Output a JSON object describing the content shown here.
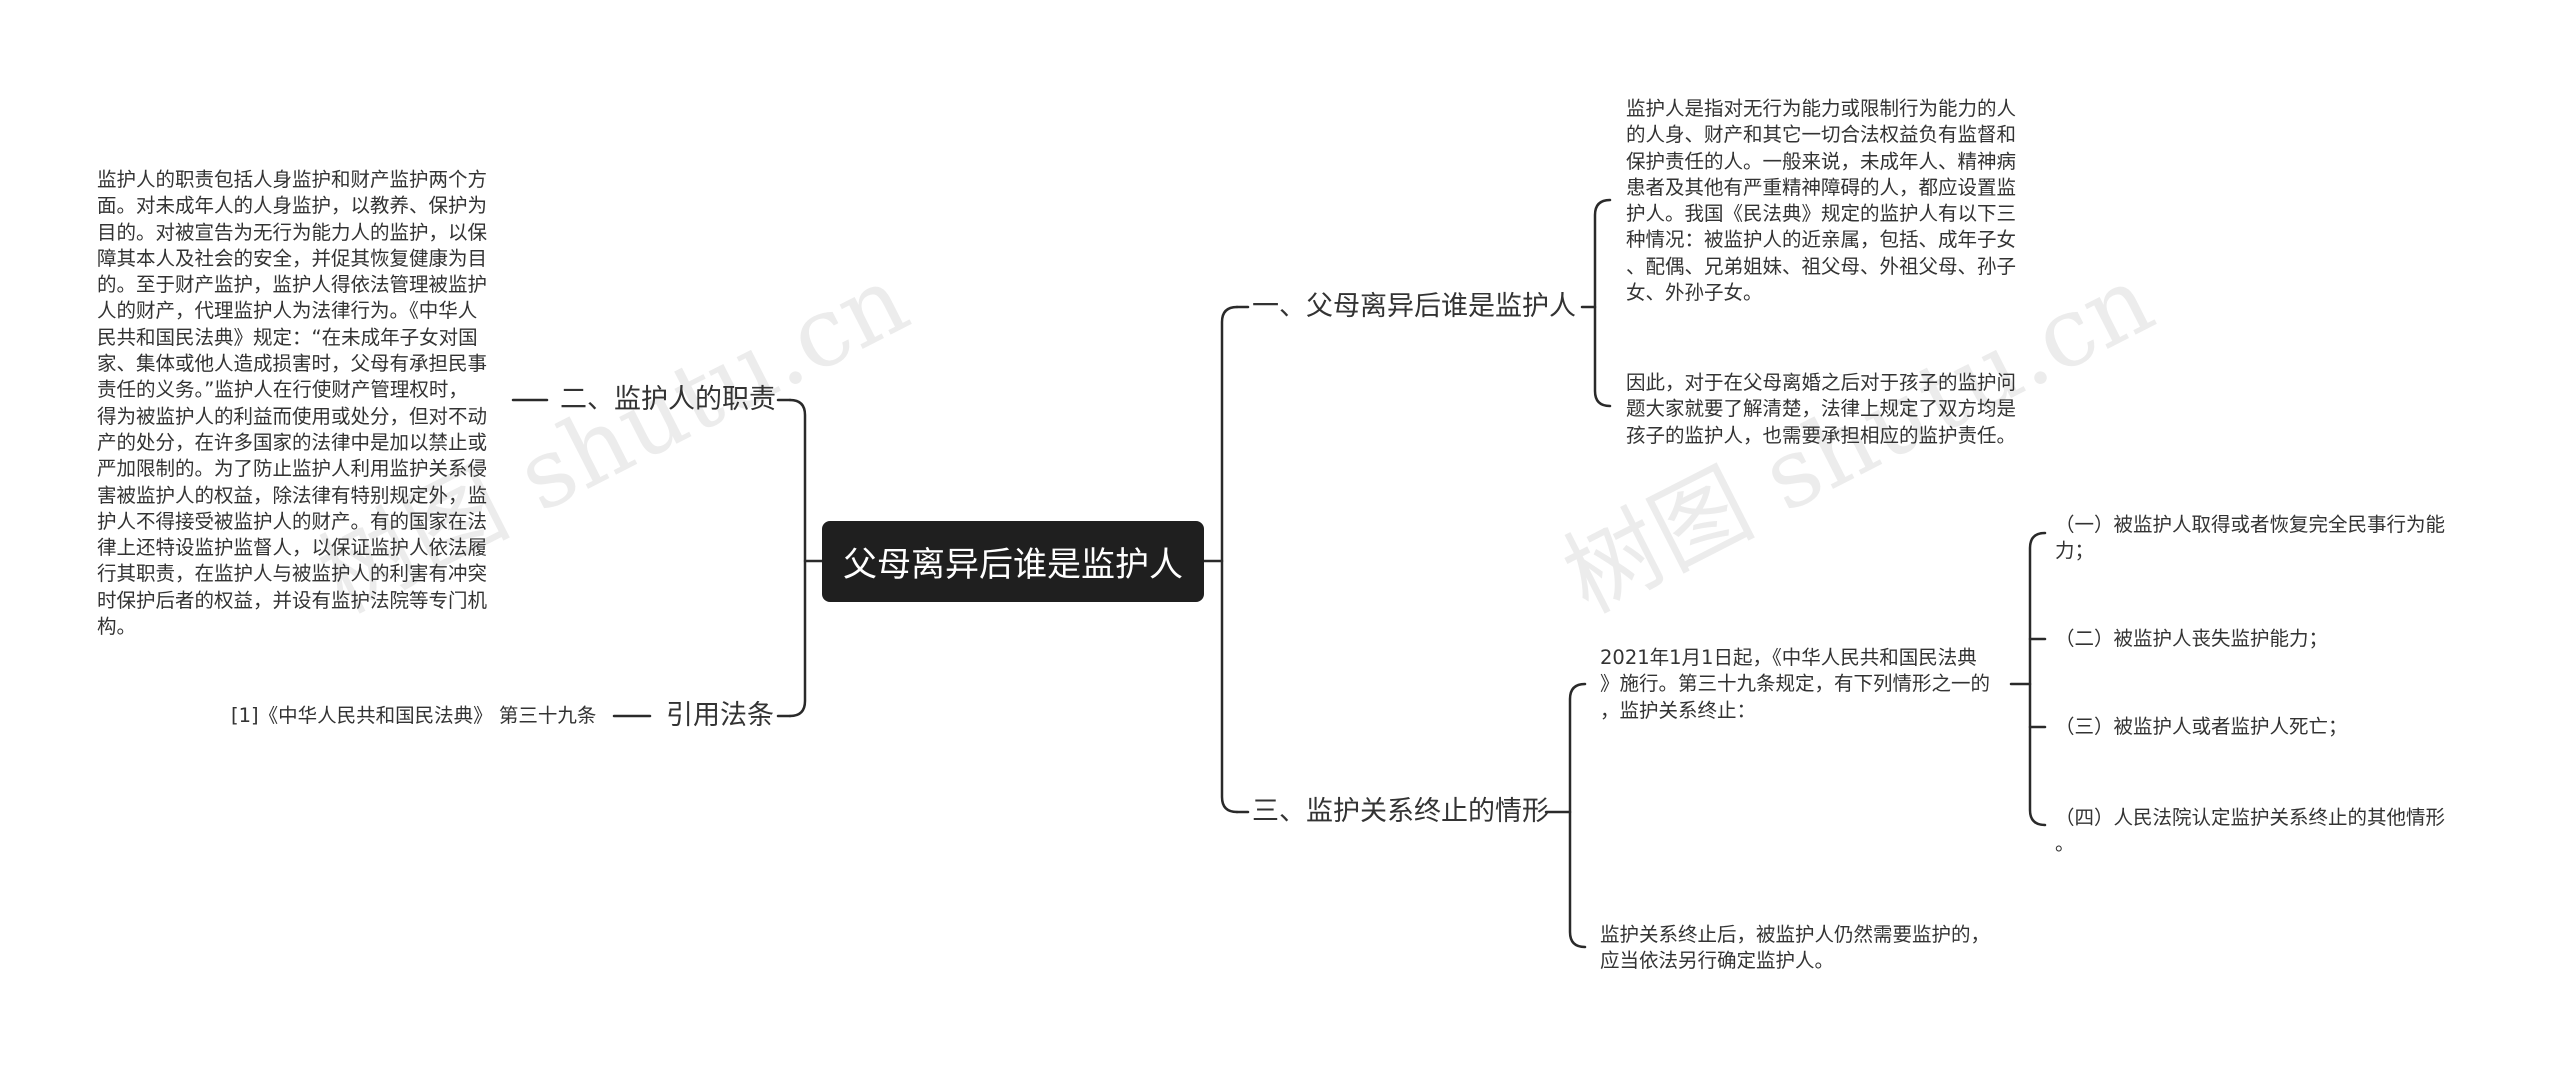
{
  "root": "父母离异后谁是监护人",
  "branches": {
    "b1": "一、父母离异后谁是监护人",
    "b2": "二、监护人的职责",
    "b3": "三、监护关系终止的情形",
    "b4": "引用法条"
  },
  "leaves": {
    "l1": "监护人是指对无行为能力或限制行为能力的人\n的人身、财产和其它一切合法权益负有监督和\n保护责任的人。一般来说，未成年人、精神病\n患者及其他有严重精神障碍的人，都应设置监\n护人。我国《民法典》规定的监护人有以下三\n种情况：被监护人的近亲属，包括、成年子女\n、配偶、兄弟姐妹、祖父母、外祖父母、孙子\n女、外孙子女。",
    "l2": "因此，对于在父母离婚之后对于孩子的监护问\n题大家就要了解清楚，法律上规定了双方均是\n孩子的监护人，也需要承担相应的监护责任。",
    "l3": "监护人的职责包括人身监护和财产监护两个方\n面。对未成年人的人身监护，以教养、保护为\n目的。对被宣告为无行为能力人的监护，以保\n障其本人及社会的安全，并促其恢复健康为目\n的。至于财产监护，监护人得依法管理被监护\n人的财产，代理监护人为法律行为。《中华人\n民共和国民法典》规定：“在未成年子女对国\n家、集体或他人造成损害时，父母有承担民事\n责任的义务。”监护人在行使财产管理权时，\n得为被监护人的利益而使用或处分，但对不动\n产的处分，在许多国家的法律中是加以禁止或\n严加限制的。为了防止监护人利用监护关系侵\n害被监护人的权益，除法律有特别规定外，监\n护人不得接受被监护人的财产。有的国家在法\n律上还特设监护监督人，以保证监护人依法履\n行其职责，在监护人与被监护人的利害有冲突\n时保护后者的权益，并设有监护法院等专门机\n构。",
    "l4": "2021年1月1日起，《中华人民共和国民法典\n》施行。第三十九条规定，有下列情形之一的\n，监护关系终止：",
    "l5": "监护关系终止后，被监护人仍然需要监护的，\n应当依法另行确定监护人。",
    "l6": "[1]《中华人民共和国民法典》 第三十九条",
    "s1": "（一）被监护人取得或者恢复完全民事行为能\n力；",
    "s2": "（二）被监护人丧失监护能力；",
    "s3": "（三）被监护人或者监护人死亡；",
    "s4": "（四）人民法院认定监护关系终止的其他情形\n。"
  },
  "watermark": [
    "树图 shutu.cn",
    "树图 shutu.cn"
  ]
}
